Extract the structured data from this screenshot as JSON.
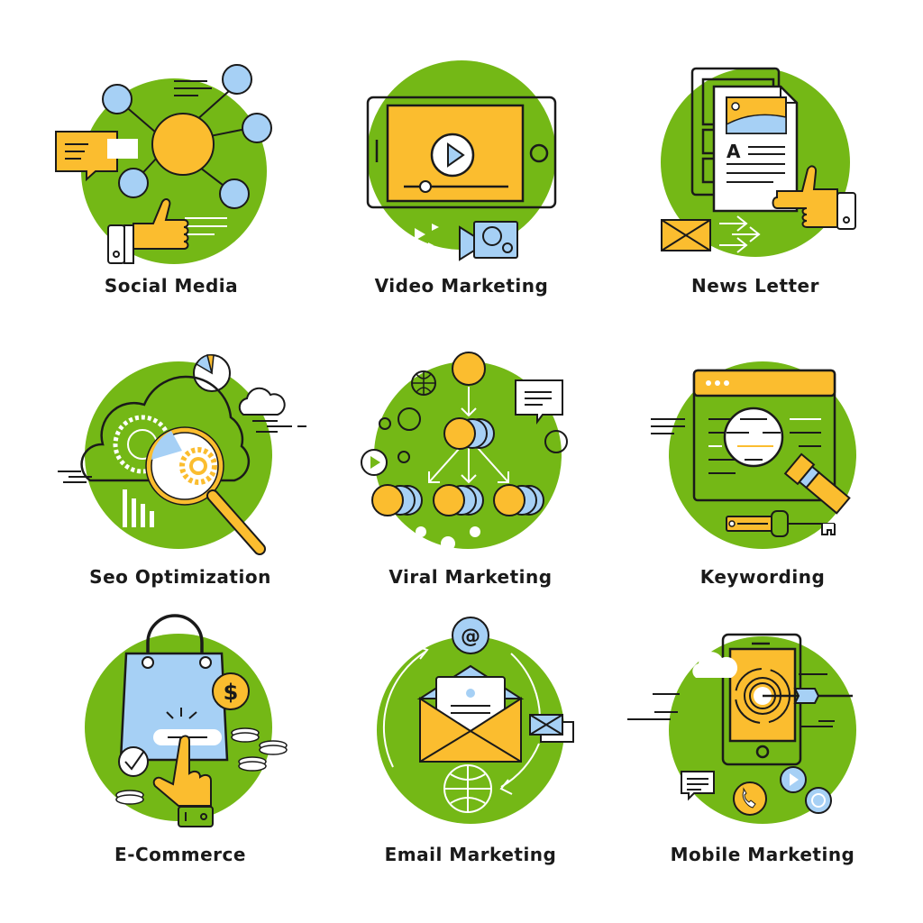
{
  "palette": {
    "green": "#74b816",
    "yellow": "#fbbd2f",
    "blue": "#a6d0f5",
    "stroke": "#1a1a1a",
    "white": "#ffffff"
  },
  "tiles": [
    {
      "id": "social-media",
      "label": "Social Media",
      "icon": "network-nodes-icon"
    },
    {
      "id": "video-marketing",
      "label": "Video Marketing",
      "icon": "video-player-icon"
    },
    {
      "id": "news-letter",
      "label": "News Letter",
      "icon": "newsletter-document-icon"
    },
    {
      "id": "seo-optimization",
      "label": "Seo Optimization",
      "icon": "magnifier-gears-icon"
    },
    {
      "id": "viral-marketing",
      "label": "Viral Marketing",
      "icon": "viral-spread-icon"
    },
    {
      "id": "keywording",
      "label": "Keywording",
      "icon": "browser-search-icon"
    },
    {
      "id": "e-commerce",
      "label": "E-Commerce",
      "icon": "shopping-bag-icon"
    },
    {
      "id": "email-marketing",
      "label": "Email Marketing",
      "icon": "envelope-icon"
    },
    {
      "id": "mobile-marketing",
      "label": "Mobile Marketing",
      "icon": "mobile-target-icon"
    }
  ],
  "newsletter_glyph": "A",
  "ecommerce_currency": "$",
  "email_at": "@"
}
